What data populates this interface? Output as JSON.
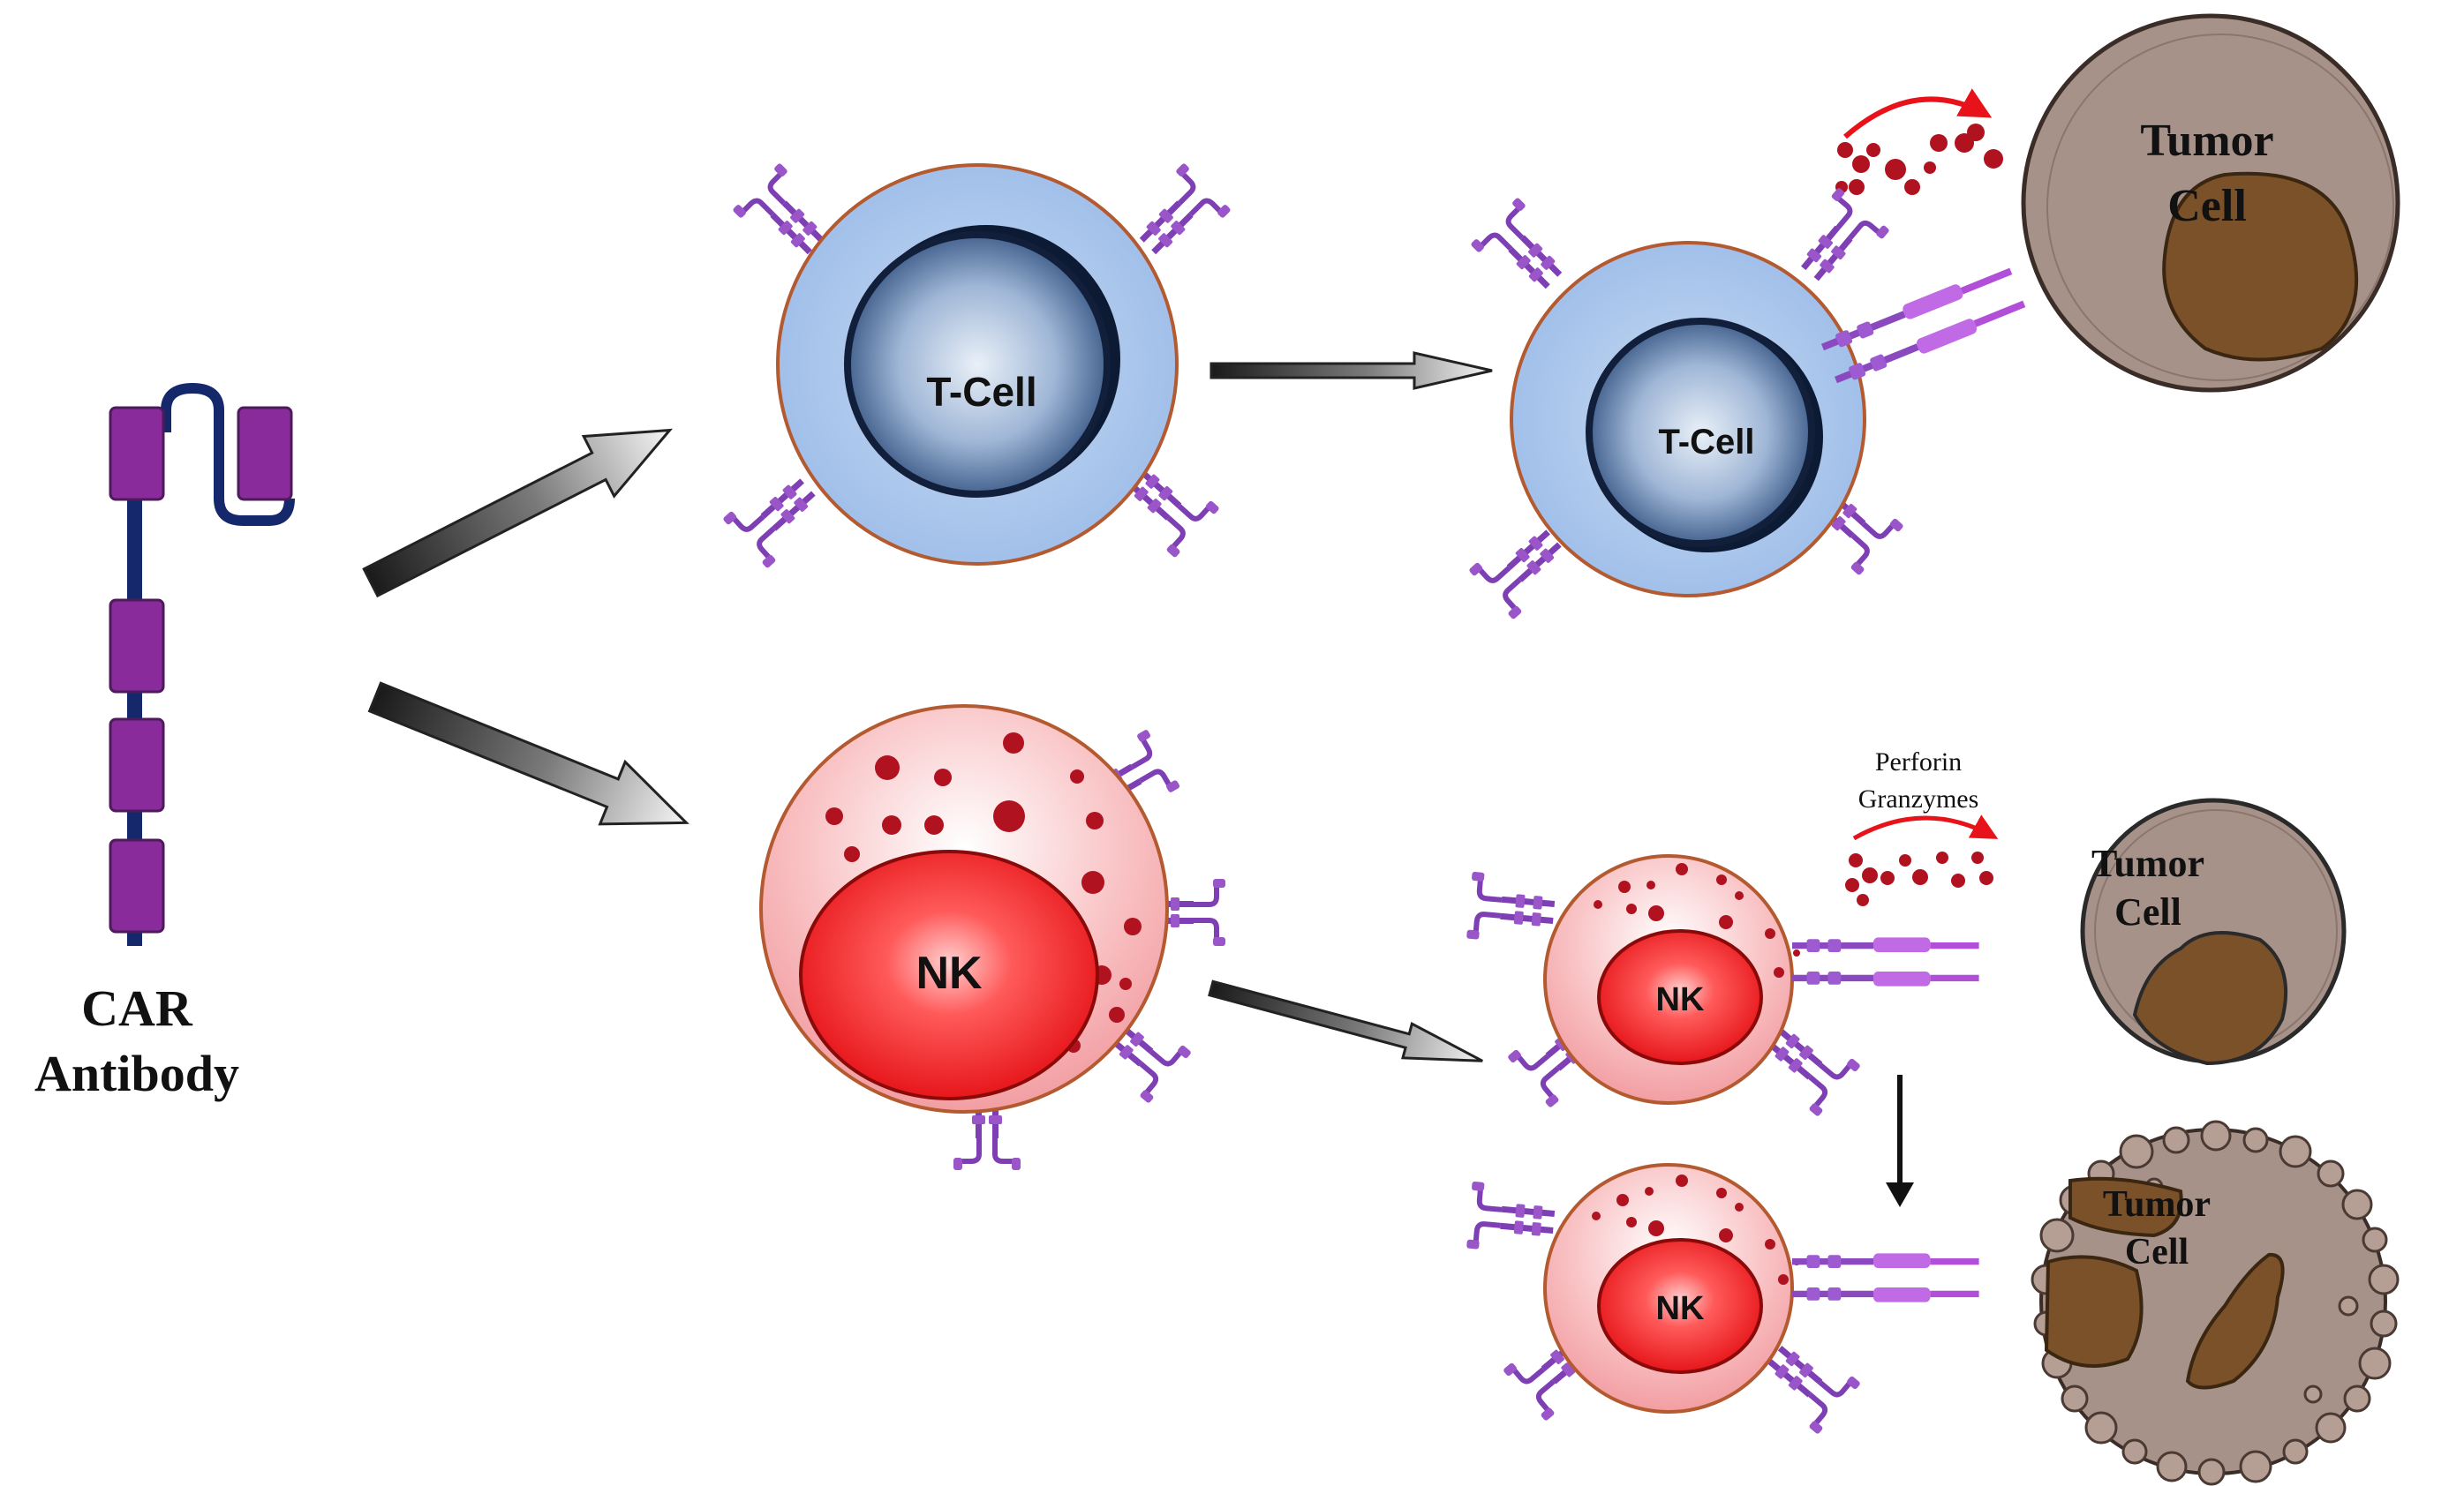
{
  "car": {
    "label_line1": "CAR",
    "label_line2": "Antibody"
  },
  "cells": {
    "t_cell_large": "T-Cell",
    "t_cell_small": "T-Cell",
    "nk_large": "NK",
    "nk_mid": "NK",
    "nk_bottom": "NK"
  },
  "tumors": {
    "top_line1": "Tumor",
    "top_line2": "Cell",
    "mid_line1": "Tumor",
    "mid_line2": "Cell",
    "bottom_line1": "Tumor",
    "bottom_line2": "Cell"
  },
  "release": {
    "perforin": "Perforin",
    "granzymes": "Granzymes"
  },
  "colors": {
    "car_purple": "#8a2b9c",
    "car_linker": "#14286b",
    "receptor_purple": "#7d3fb3",
    "receptor_bright": "#b24fd8",
    "t_cell_cytoplasm": "#a7c4ea",
    "t_cell_nucleus": "#5b7fb0",
    "nk_cytoplasm": "#f7b2b4",
    "nk_nucleus": "#e8121b",
    "granule": "#b0121f",
    "tumor_body": "#a79289",
    "tumor_nucleus": "#7b5129",
    "membrane": "#b45a30"
  }
}
